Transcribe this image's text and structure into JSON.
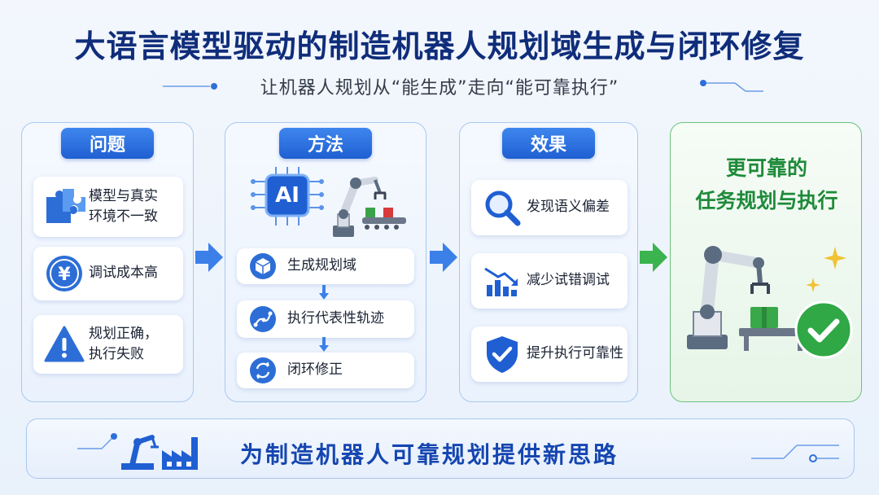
{
  "title": "大语言模型驱动的制造机器人规划域生成与闭环修复",
  "subtitle": "让机器人规划从“能生成”走向“能可靠执行”",
  "problem": {
    "header": "问题",
    "items": [
      {
        "line1": "模型与真实",
        "line2": "环境不一致",
        "icon": "puzzle-icon"
      },
      {
        "line1": "调试成本高",
        "line2": "",
        "icon": "yen-coin-icon"
      },
      {
        "line1": "规划正确，",
        "line2": "执行失败",
        "icon": "warning-icon"
      }
    ]
  },
  "method": {
    "header": "方法",
    "illustration_text": "AI",
    "steps": [
      {
        "label": "生成规划域",
        "icon": "cube-icon"
      },
      {
        "label": "执行代表性轨迹",
        "icon": "trajectory-icon"
      },
      {
        "label": "闭环修正",
        "icon": "loop-icon"
      }
    ]
  },
  "effect": {
    "header": "效果",
    "items": [
      {
        "label": "发现语义偏差",
        "icon": "magnifier-icon"
      },
      {
        "label": "减少试错调试",
        "icon": "declining-chart-icon"
      },
      {
        "label": "提升执行可靠性",
        "icon": "shield-check-icon"
      }
    ]
  },
  "result": {
    "line1": "更可靠的",
    "line2": "任务规划与执行"
  },
  "bottom": {
    "text": "为制造机器人可靠规划提供新思路"
  },
  "colors": {
    "primary_blue": "#1f5fd2",
    "title_navy": "#0f2d7a",
    "result_green": "#1e8a3a"
  }
}
